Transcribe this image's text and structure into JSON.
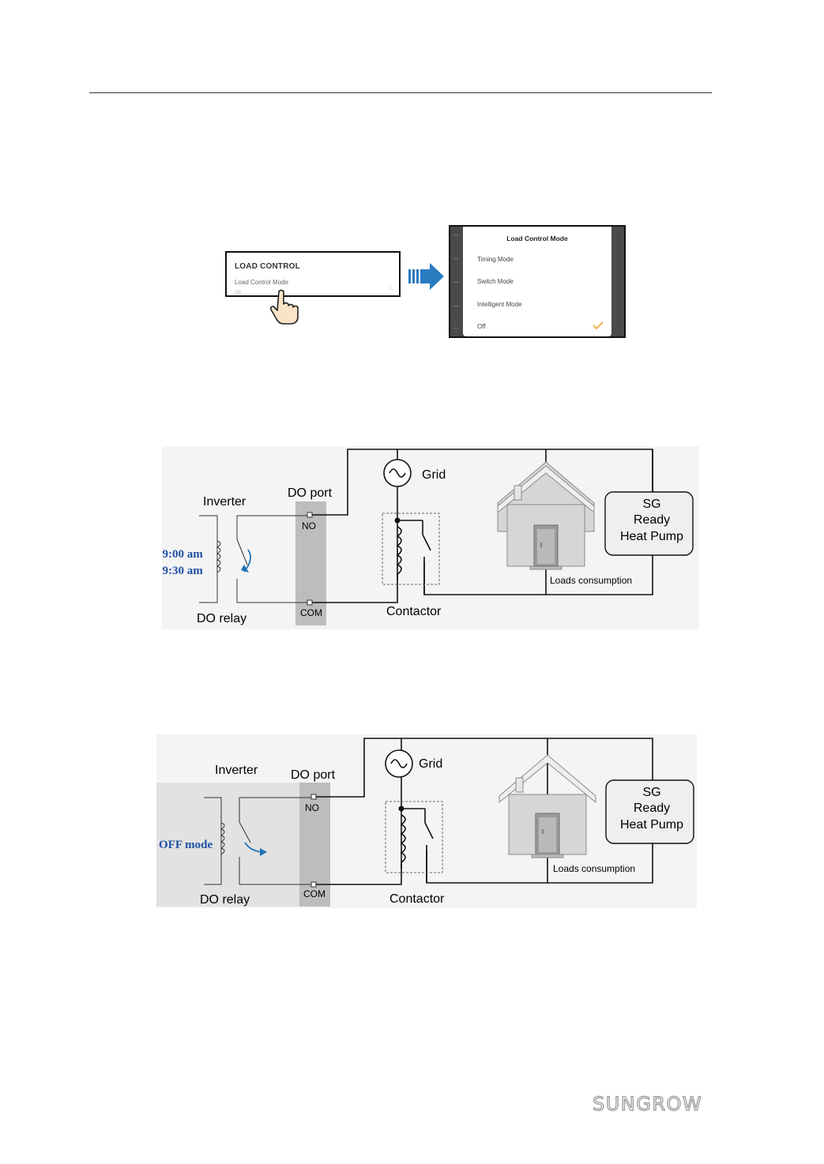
{
  "app_left": {
    "card_title": "LOAD CONTROL",
    "row_label": "Load Control Mode",
    "row_value": "Off"
  },
  "app_right": {
    "dialog_title": "Load Control Mode",
    "options": [
      "Timing Mode",
      "Switch Mode",
      "Intelligent Mode",
      "Off"
    ],
    "selected": "Off"
  },
  "diagram1": {
    "inverter": "Inverter",
    "do_port": "DO port",
    "no": "NO",
    "com": "COM",
    "time_start": "09:00 am",
    "time_end": "09:30 am",
    "do_relay": "DO relay",
    "grid": "Grid",
    "contactor": "Contactor",
    "loads": "Loads consumption",
    "pump_line1": "SG",
    "pump_line2": "Ready",
    "pump_line3": "Heat Pump"
  },
  "diagram2": {
    "inverter": "Inverter",
    "do_port": "DO port",
    "no": "NO",
    "com": "COM",
    "mode": "OFF mode",
    "do_relay": "DO relay",
    "grid": "Grid",
    "contactor": "Contactor",
    "loads": "Loads consumption",
    "pump_line1": "SG",
    "pump_line2": "Ready",
    "pump_line3": "Heat Pump"
  },
  "colors": {
    "accent_blue": "#1f4fa3",
    "arrow_blue": "#1f74b8",
    "check_orange": "#f0a030",
    "port_gray": "#bdbdbd"
  },
  "footer": {
    "brand": "SUNGROW"
  }
}
